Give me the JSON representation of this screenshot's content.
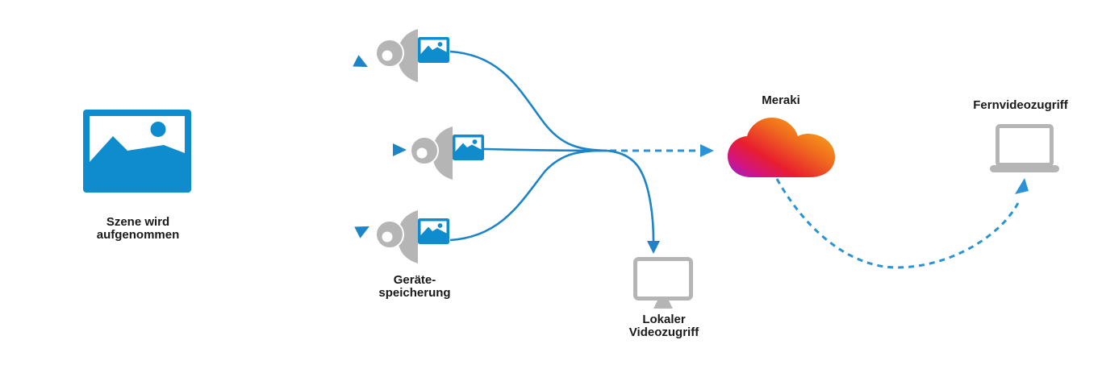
{
  "diagram": {
    "title_implicit": "Meraki Kamera Videofluss",
    "labels": {
      "scene": {
        "line1": "Szene wird",
        "line2": "aufgenommen"
      },
      "device_storage": {
        "line1": "Geräte-",
        "line2": "speicherung"
      },
      "cloud": "Meraki",
      "local_access": {
        "line1": "Lokaler",
        "line2": "Videozugriff"
      },
      "remote_access": "Fernvideozugriff"
    },
    "icons": {
      "scene": "scene-image-icon",
      "cameras": [
        "camera-icon",
        "camera-icon",
        "camera-icon"
      ],
      "cloud": "meraki-cloud-icon",
      "local": "monitor-icon",
      "remote": "laptop-icon"
    },
    "colors": {
      "accent_blue": "#0e8cce",
      "line_blue": "#1d84c8",
      "dashed_blue": "#2b93d5",
      "icon_gray": "#b5b5b5",
      "text": "#1a1a1a",
      "cloud_gradient": [
        "#9b1ec9",
        "#d4157c",
        "#e81e2e",
        "#ef6b1d",
        "#f79a1a",
        "#fbaf17"
      ]
    }
  }
}
